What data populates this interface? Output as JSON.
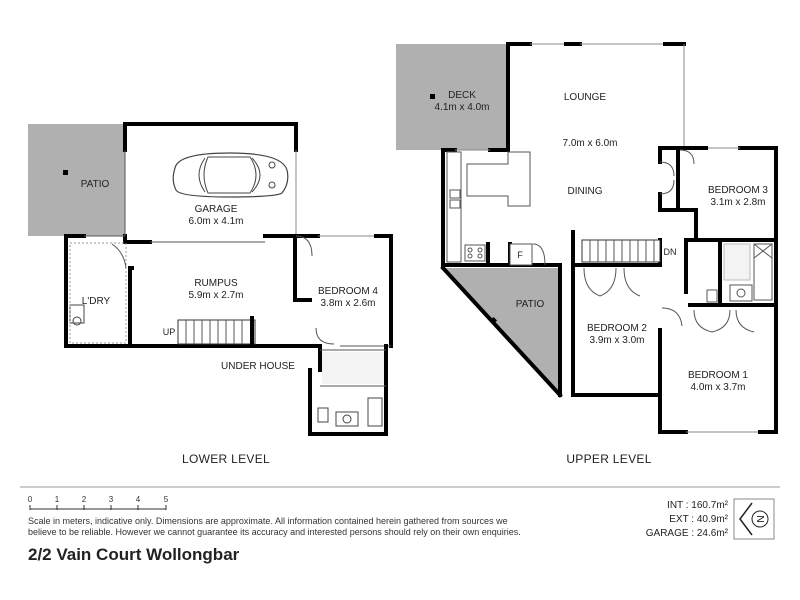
{
  "lower": {
    "patio": "PATIO",
    "garage": "GARAGE",
    "garage_size": "6.0m x 4.1m",
    "laundry": "L'DRY",
    "rumpus": "RUMPUS",
    "rumpus_size": "5.9m x 2.7m",
    "bedroom4": "BEDROOM 4",
    "bedroom4_size": "3.8m x 2.6m",
    "up": "UP",
    "under_house": "UNDER HOUSE",
    "level_label": "LOWER LEVEL"
  },
  "upper": {
    "deck": "DECK",
    "deck_size": "4.1m x 4.0m",
    "lounge": "LOUNGE",
    "lounge_size": "7.0m x 6.0m",
    "dining": "DINING",
    "bedroom3": "BEDROOM 3",
    "bedroom3_size": "3.1m x 2.8m",
    "dn": "DN",
    "fridge": "F",
    "patio": "PATIO",
    "bedroom2": "BEDROOM 2",
    "bedroom2_size": "3.9m x 3.0m",
    "bedroom1": "BEDROOM 1",
    "bedroom1_size": "4.0m x 3.7m",
    "level_label": "UPPER LEVEL"
  },
  "scale": {
    "ticks": [
      "0",
      "1",
      "2",
      "3",
      "4",
      "5"
    ]
  },
  "disclaimer": {
    "line1": "Scale in meters, indicative only. Dimensions are approximate. All information contained herein gathered from sources we",
    "line2": "believe to be reliable. However we cannot guarantee its accuracy and interested persons should rely on their own enquiries."
  },
  "areas": {
    "int": "INT : 160.7m²",
    "ext": "EXT : 40.9m²",
    "garage": "GARAGE : 24.6m²"
  },
  "compass": "N",
  "address": "2/2 Vain Court Wollongbar"
}
